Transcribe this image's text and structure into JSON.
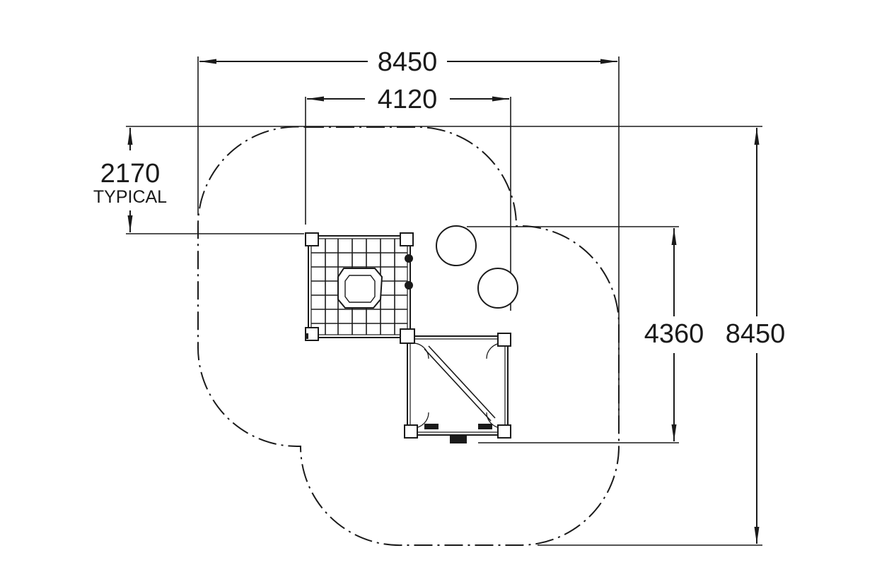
{
  "dimensions": {
    "overall_width": "8450",
    "module_width": "4120",
    "offset": "2170",
    "offset_note": "TYPICAL",
    "module_depth": "4360",
    "overall_depth": "8450"
  },
  "colors": {
    "line": "#1a1a1a",
    "background": "#ffffff"
  }
}
